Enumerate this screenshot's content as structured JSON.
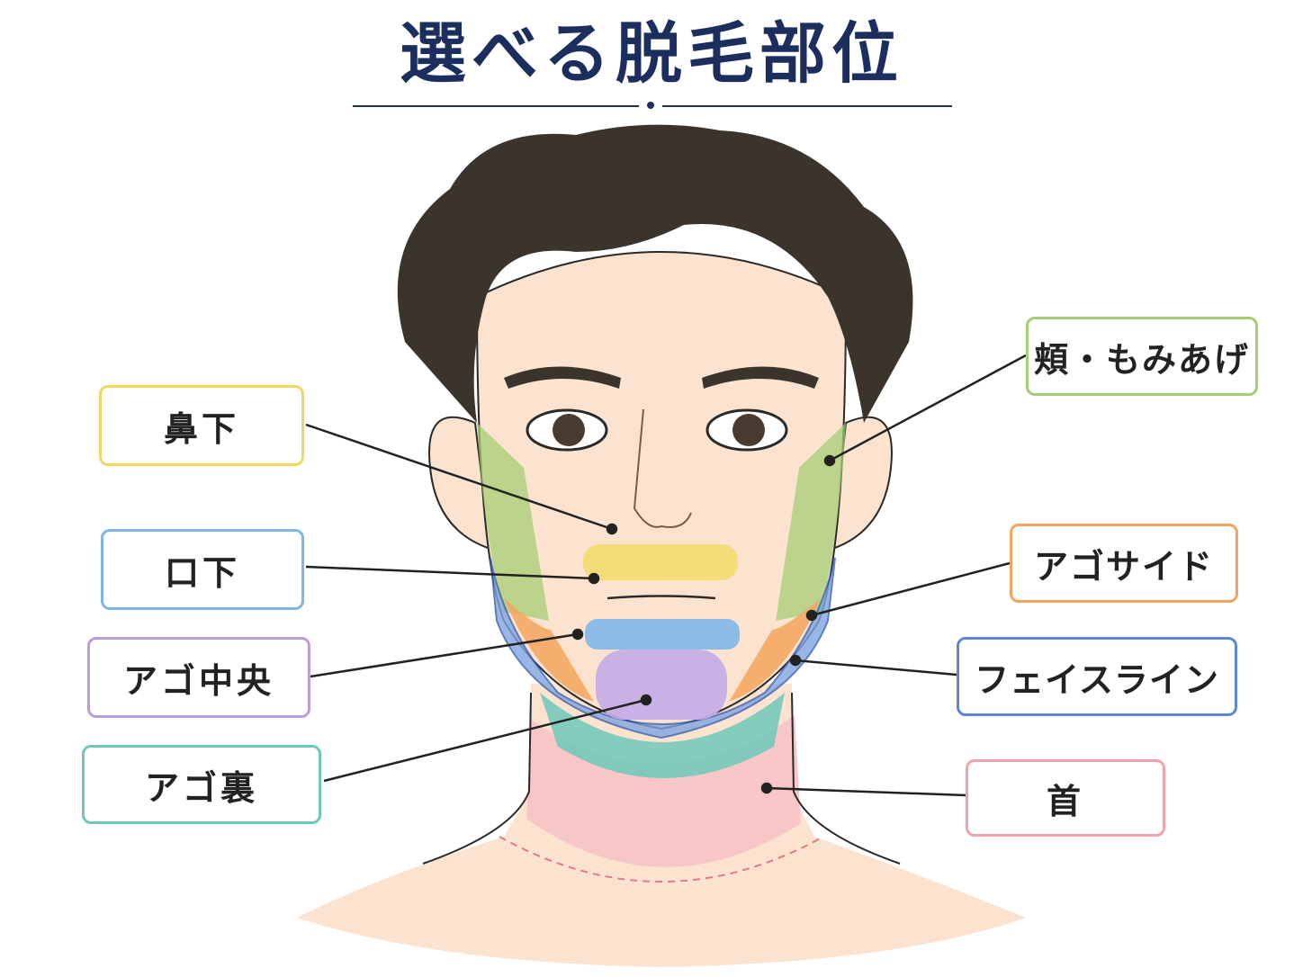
{
  "title": "選べる脱毛部位",
  "icons": [
    "male-face-illustration"
  ],
  "areas": [
    {
      "id": "hanashita",
      "label": "鼻下",
      "color": "#f2dc6e"
    },
    {
      "id": "kuchishita",
      "label": "口下",
      "color": "#7fb6e8"
    },
    {
      "id": "ago-chuou",
      "label": "アゴ中央",
      "color": "#b99ddc"
    },
    {
      "id": "ago-ura",
      "label": "アゴ裏",
      "color": "#6ec8bb"
    },
    {
      "id": "hoho-momiage",
      "label": "頬・もみあげ",
      "color": "#a5cd74"
    },
    {
      "id": "ago-side",
      "label": "アゴサイド",
      "color": "#f4a45e"
    },
    {
      "id": "face-line",
      "label": "フェイスライン",
      "color": "#5b88d6"
    },
    {
      "id": "kubi",
      "label": "首",
      "color": "#f3a1ad"
    }
  ],
  "colors": {
    "title": "#1b2e5e",
    "hair": "#3a342c",
    "skin": "#fbe3cf",
    "outline": "#2a2a2a"
  }
}
